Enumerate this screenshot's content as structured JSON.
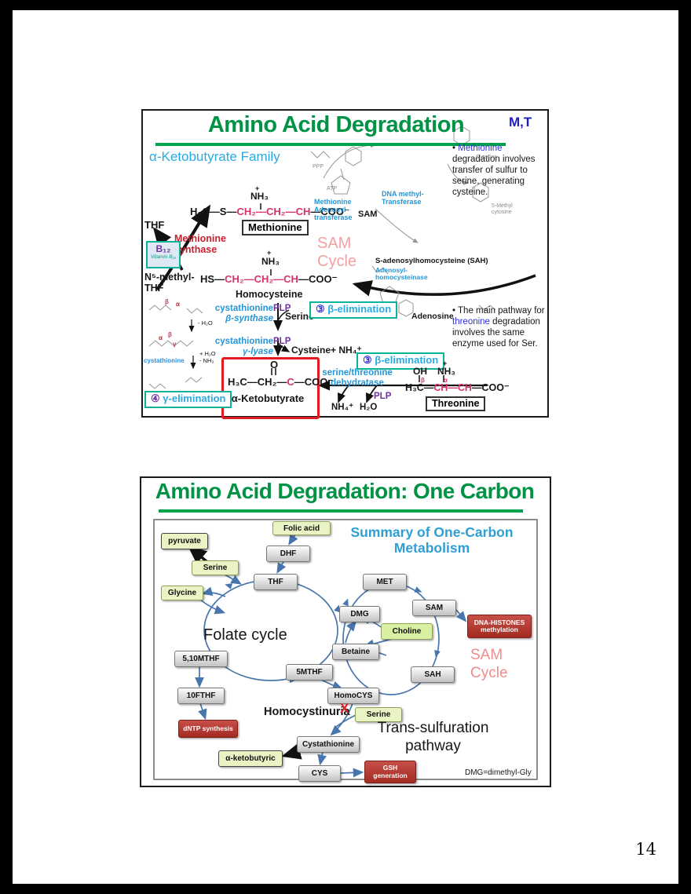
{
  "page": {
    "number": "14"
  },
  "slide1": {
    "title": "Amino Acid Degradation",
    "corner": "M,T",
    "family": "α-Ketobutyrate Family",
    "note1": {
      "bullet": "•",
      "link": "Methionine",
      "text": "degradation involves transfer of sulfur to serine, generating cysteine."
    },
    "note2": {
      "bullet": "•",
      "pre": "The main pathway for",
      "link": "threonine",
      "post": "degradation involves the same enzyme used for Ser."
    },
    "labels": {
      "thf": "THF",
      "methionine_synthase": "Methionine\nsynthase",
      "b12": "B₁₂",
      "vitamin_b12": "Vitamin B₁₂",
      "n5_methyl_thf": "N⁵-methyl-\nTHF",
      "sam_cycle": "SAM\nCycle",
      "methionine": "Methionine",
      "homocysteine": "Homocysteine",
      "sam": "SAM",
      "sah": "S-adenosylhomocysteine (SAH)",
      "adenosine": "Adenosine",
      "cytosine": "Cytosine",
      "methyl_cytosine": "5-Methyl\ncytosine",
      "atp": "ATP",
      "ppp": "PPP",
      "alpha_ketobutyrate": "α-Ketobutyrate",
      "threonine": "Threonine",
      "cystathionine_small": "cystathionine",
      "serine": "Serine",
      "cysteine": "Cysteine+ NH₄⁺",
      "nh4": "NH₄⁺",
      "h2o": "H₂O",
      "plp": "PLP",
      "minus_h2o": "- H₂O",
      "plus_h2o": "+ H₂O",
      "minus_nh3": "- NH₃",
      "o": "O"
    },
    "enzymes": {
      "met_adenosyl": "Methionine\nAdenosyl-\ntransferase",
      "dna_methyl": "DNA methyl-\nTransferase",
      "adenosyl_homocysteinase": "Adenosyl-\nhomocysteinase",
      "cystathionine": "cystathionine",
      "beta_synthase": "β-synthase",
      "gamma_lyase": "γ-lyase",
      "ser_thr_dehydratase": "serine/threonine\ndehydratase"
    },
    "steps": {
      "three": "③",
      "four": "④",
      "beta_elim": "β-elimination",
      "gamma_elim": "γ-elimination"
    },
    "formulas": {
      "plus": "+",
      "nh3": "NH₃",
      "oh": "OH",
      "met_a": "H₃C—S—",
      "met_b": "CH₂—CH₂—CH",
      "met_c": "—COO⁻",
      "hcy_a": "HS—",
      "hcy_b": "CH₂—CH₂—CH",
      "hcy_c": "—COO⁻",
      "akb_a": "H₃C—CH₂—",
      "akb_b": "C",
      "akb_c": "—COO⁻",
      "thr_a": "H₃C—",
      "thr_b": "CH—CH",
      "thr_c": "—COO⁻",
      "alpha": "α",
      "beta": "β",
      "gamma": "γ"
    }
  },
  "slide2": {
    "title": "Amino Acid Degradation: One Carbon",
    "heading": "Summary of One-Carbon\nMetabolism",
    "nodes": {
      "pyruvate": "pyruvate",
      "folic_acid": "Folic acid",
      "dhf": "DHF",
      "serine_top": "Serine",
      "glycine": "Glycine",
      "thf": "THF",
      "met": "MET",
      "dmg": "DMG",
      "sam": "SAM",
      "choline": "Choline",
      "betaine": "Betaine",
      "mthf510": "5,10MTHF",
      "mthf5": "5MTHF",
      "sah": "SAH",
      "fthf10": "10FTHF",
      "homocys": "HomoCYS",
      "dna_histones": "DNA-HISTONES\nmethylation",
      "dntp": "dNTP synthesis",
      "serine_bottom": "Serine",
      "cystathionine": "Cystathionine",
      "alpha_ketobutyric": "α-ketobutyric",
      "cys": "CYS",
      "gsh": "GSH\ngeneration"
    },
    "labels": {
      "folate_cycle": "Folate cycle",
      "sam_cycle": "SAM\nCycle",
      "homocystinuria": "Homocystinuria",
      "x_mark": "X",
      "trans_sulfuration": "Trans-sulfuration\npathway",
      "footnote": "DMG=dimethyl-Gly"
    }
  }
}
